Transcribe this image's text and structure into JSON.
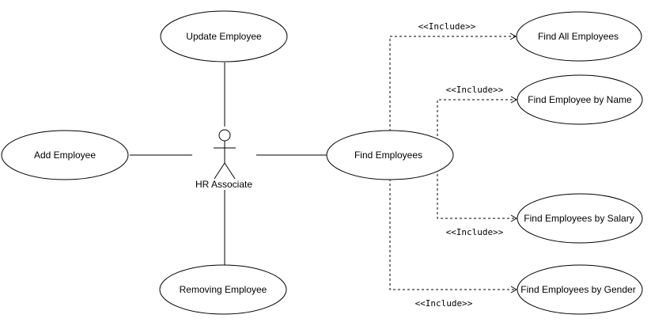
{
  "diagram": {
    "actor": {
      "label": "HR Associate",
      "icon": "stick-figure-icon"
    },
    "use_cases": {
      "update_employee": "Update Employee",
      "add_employee": "Add Employee",
      "removing_employee": "Removing Employee",
      "find_employees": "Find Employees",
      "find_all_employees": "Find All Employees",
      "find_by_name": "Find Employee by Name",
      "find_by_salary": "Find Employees by Salary",
      "find_by_gender": "Find Employees by Gender"
    },
    "relationships": {
      "include_all": "<<Include>>",
      "include_name": "<<Include>>",
      "include_salary": "<<Include>>",
      "include_gender": "<<Include>>"
    },
    "colors": {
      "line": "#000000",
      "background": "#ffffff"
    }
  }
}
